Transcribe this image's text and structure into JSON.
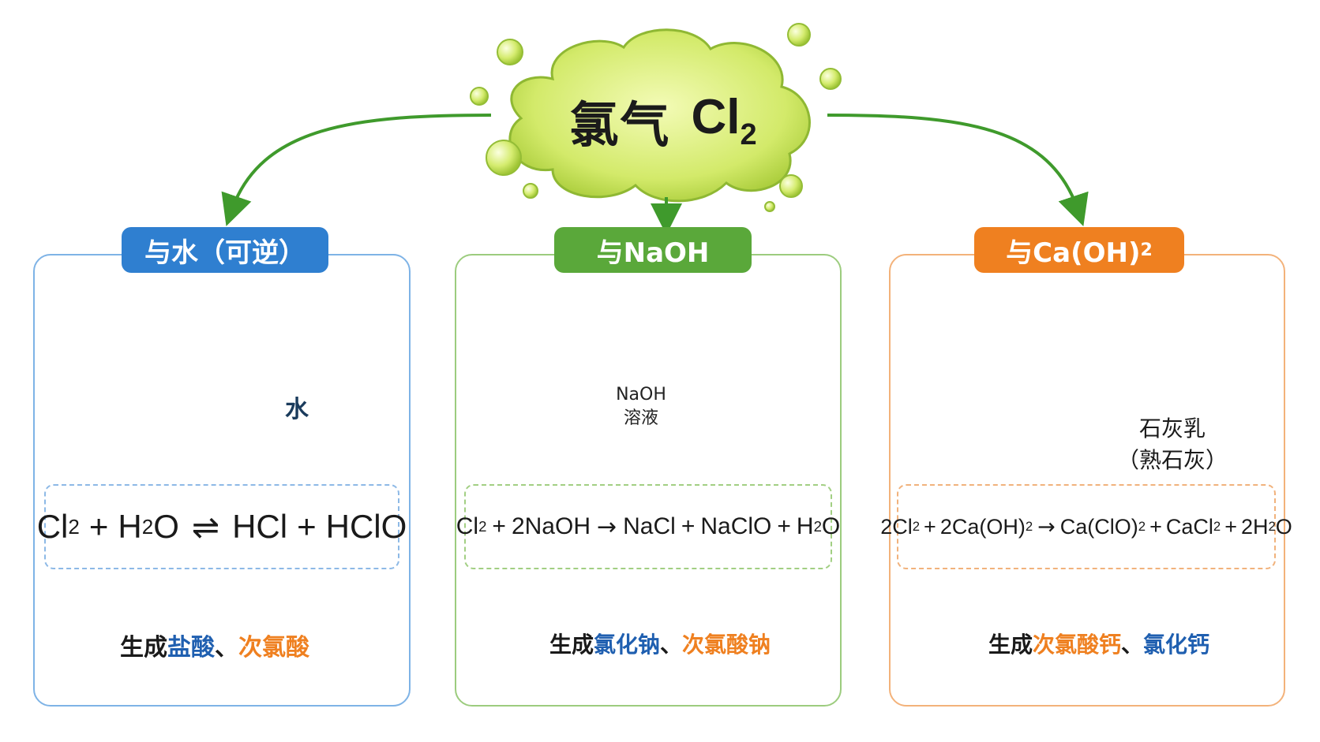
{
  "title": {
    "chinese": "氯气",
    "formula": "Cl",
    "formula_sub": "2"
  },
  "colors": {
    "blue": "#2f7fd0",
    "green": "#5aa83a",
    "orange": "#ef8020",
    "arrow_green": "#3f9a2c",
    "cloud": "#d6ec6e"
  },
  "panels": [
    {
      "tag": {
        "text": "与水（可逆）"
      },
      "illustration": {
        "beaker": "water-beaker",
        "drop_label": "水"
      },
      "equation": {
        "lhs1": "Cl",
        "lhs1_sub": "2",
        "plus1": "+",
        "lhs2a": "H",
        "lhs2_sub": "2",
        "lhs2b": "O",
        "arrow": "⇌",
        "rhs1": "HCl",
        "plus2": "+",
        "rhs2": "HClO"
      },
      "products": {
        "prefix": "生成",
        "item1": "盐酸",
        "sep": "、",
        "item2": "次氯酸"
      }
    },
    {
      "tag": {
        "text": "与NaOH"
      },
      "illustration": {
        "bottle_label_1": "NaOH",
        "bottle_label_2": "溶液"
      },
      "equation": {
        "lhs1": "Cl",
        "lhs1_sub": "2",
        "plus1": "+",
        "lhs2": "2NaOH",
        "arrow": "→",
        "rhs1": "NaCl",
        "plus2": "+",
        "rhs2": "NaClO",
        "plus3": "+",
        "rhs3a": "H",
        "rhs3_sub": "2",
        "rhs3b": "O"
      },
      "products": {
        "prefix": "生成",
        "item1": "氯化钠",
        "sep": "、",
        "item2": "次氯酸钠"
      }
    },
    {
      "tag": {
        "text": "与Ca(OH)",
        "sub": "2"
      },
      "illustration": {
        "powder_label_1": "石灰乳",
        "powder_label_2": "（熟石灰）"
      },
      "equation": {
        "lhs1": "2Cl",
        "lhs1_sub": "2",
        "plus1": "+",
        "lhs2": "2Ca(OH)",
        "lhs2_sub": "2",
        "arrow": "→",
        "rhs1": "Ca(ClO)",
        "rhs1_sub": "2",
        "plus2": "+",
        "rhs2": "CaCl",
        "rhs2_sub": "2",
        "plus3": "+",
        "rhs3a": "2H",
        "rhs3_sub": "2",
        "rhs3b": "O"
      },
      "products": {
        "prefix": "生成",
        "item1": "次氯酸钙",
        "sep": "、",
        "item2": "氯化钙"
      }
    }
  ]
}
